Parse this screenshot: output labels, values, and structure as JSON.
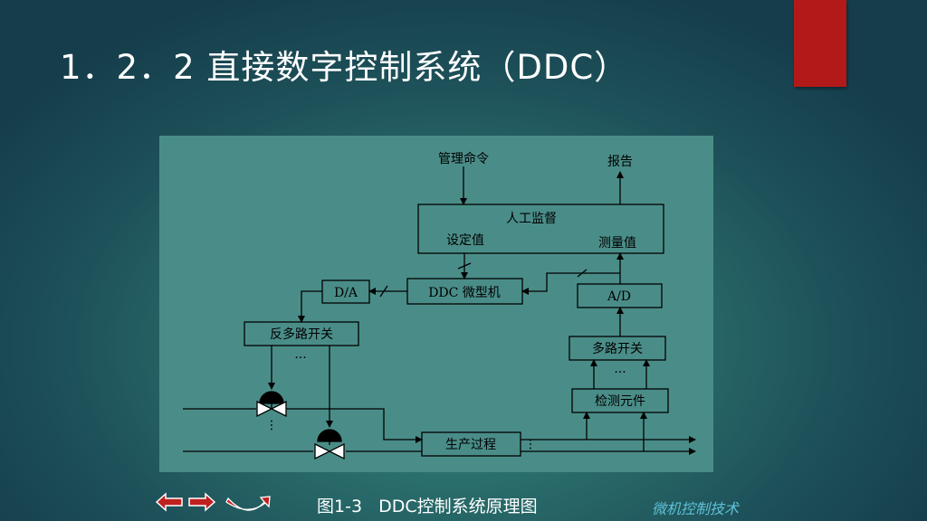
{
  "slide": {
    "title": "1．2．2 直接数字控制系统（DDC）",
    "caption": "图1-3   DDC控制系统原理图",
    "course_name": "微机控制技术"
  },
  "diagram": {
    "labels": {
      "management_command": "管理命令",
      "report": "报告",
      "supervision": "人工监督",
      "setpoint": "设定值",
      "measurement": "测量值",
      "ddc": "DDC 微型机",
      "da": "D/A",
      "ad": "A/D",
      "demux": "反多路开关",
      "mux": "多路开关",
      "sensor": "检测元件",
      "process": "生产过程",
      "ellipsis": "···"
    }
  },
  "colors": {
    "accent_red": "#b21a1a",
    "nav_red": "#c02020",
    "course_text": "#5fc0d8"
  },
  "icons": [
    "arrow-left-icon",
    "arrow-right-icon",
    "return-arrow-icon"
  ]
}
